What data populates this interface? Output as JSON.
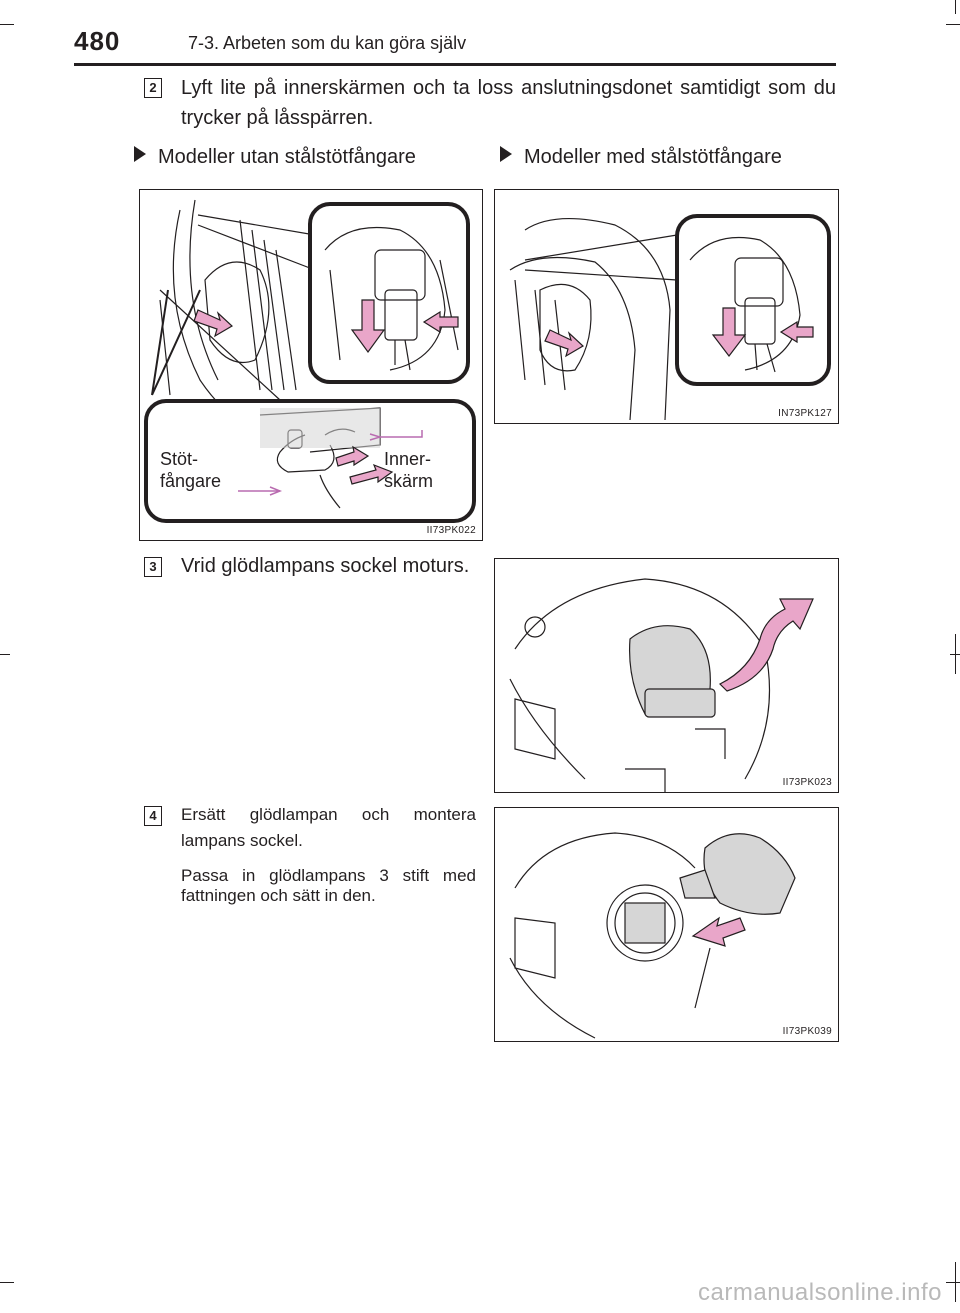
{
  "header": {
    "page_number": "480",
    "section_title": "7-3. Arbeten som du kan göra själv"
  },
  "steps": [
    {
      "number": "2",
      "text": "Lyft lite på innerskärmen och ta loss anslutningsdonet samtidigt som du trycker på låsspärren."
    },
    {
      "number": "3",
      "text": "Vrid glödlampans sockel moturs."
    },
    {
      "number": "4",
      "text": "Ersätt glödlampan och montera lampans sockel.",
      "note": "Passa in glödlampans 3 stift med fattningen och sätt in den."
    }
  ],
  "variants": {
    "left": "Modeller utan stålstötfångare",
    "right": "Modeller med stålstötfångare"
  },
  "figures": {
    "fig1": {
      "code": "II73PK022",
      "labels": {
        "bumper": "Stöt-\nfångare",
        "inner_fender": "Inner-\nskärm"
      }
    },
    "fig2": {
      "code": "IN73PK127"
    },
    "fig3": {
      "code": "II73PK023"
    },
    "fig4": {
      "code": "II73PK039"
    }
  },
  "colors": {
    "arrow_fill": "#e9a6c9",
    "arrow_stroke": "#231f20",
    "callout_line": "#b96bb0",
    "ink": "#231f20"
  },
  "footer": {
    "watermark": "carmanualsonline.info"
  }
}
